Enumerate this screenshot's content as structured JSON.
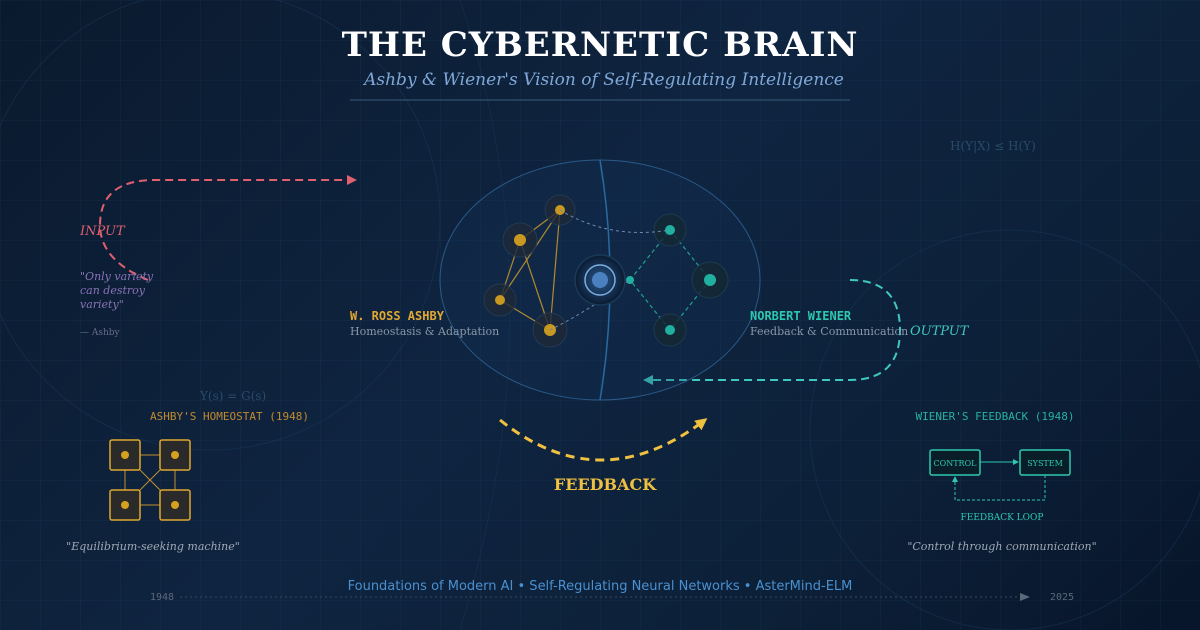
{
  "header": {
    "title": "THE CYBERNETIC BRAIN",
    "subtitle": "Ashby & Wiener's Vision of Self-Regulating Intelligence"
  },
  "formulas": {
    "entropy": "H(Y|X) ≤ H(Y)",
    "transfer": "Y(s) = G(s)"
  },
  "input": {
    "label": "INPUT",
    "quote_lines": [
      "\"Only variety",
      "can destroy",
      "variety\""
    ],
    "attribution": "— Ashby"
  },
  "output": {
    "label": "OUTPUT"
  },
  "ashby": {
    "name": "W. ROSS ASHBY",
    "role": "Homeostasis & Adaptation",
    "section_title": "ASHBY'S HOMEOSTAT (1948)",
    "caption": "\"Equilibrium-seeking machine\""
  },
  "wiener": {
    "name": "NORBERT WIENER",
    "role": "Feedback & Communication",
    "section_title": "WIENER'S FEEDBACK (1948)",
    "caption": "\"Control through communication\"",
    "control_label": "CONTROL",
    "system_label": "SYSTEM",
    "loop_label": "FEEDBACK LOOP"
  },
  "feedback": {
    "label": "FEEDBACK"
  },
  "footer": {
    "text": "Foundations of Modern AI • Self-Regulating Neural Networks • AsterMind-ELM",
    "year_start": "1948",
    "year_end": "2025"
  },
  "colors": {
    "ashby_gold": "#e0a830",
    "wiener_teal": "#2ec8b0",
    "input_red": "#e06070",
    "feedback_yellow": "#f0c040",
    "core_blue": "#4a90d0"
  }
}
